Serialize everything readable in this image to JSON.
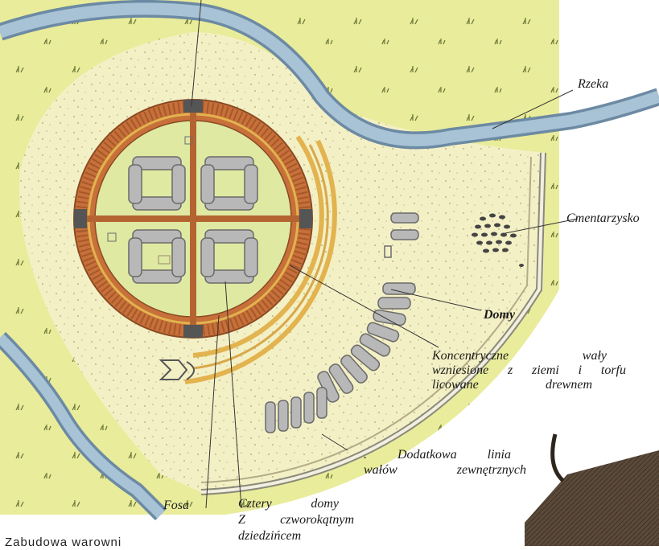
{
  "labels": {
    "river": "Rzeka",
    "cemetery": "Cmentarzysko",
    "houses": "Domy",
    "ramparts_1": "Koncentryczne wały",
    "ramparts_2": "wzniesione z ziemi i torfu",
    "ramparts_3": "licowane drewnem",
    "outer_1": ". Dodatkowa linia",
    "outer_2": "wałów zewnętrznych",
    "moat": "Fosa",
    "four_houses_1": "Cztery domy",
    "four_houses_2": "Z czworokątnym",
    "four_houses_3": "dziedzińcem"
  },
  "caption": "Zabudowa warowni",
  "colors": {
    "field": "#e9ec9a",
    "ground": "#f4f0c6",
    "inner_yard": "#ddeaa0",
    "rampart": "#c8703a",
    "water": "#8aa8c0",
    "house": "#b8b8b8",
    "gate": "#555555",
    "timber_ring": "#e2b34e"
  }
}
